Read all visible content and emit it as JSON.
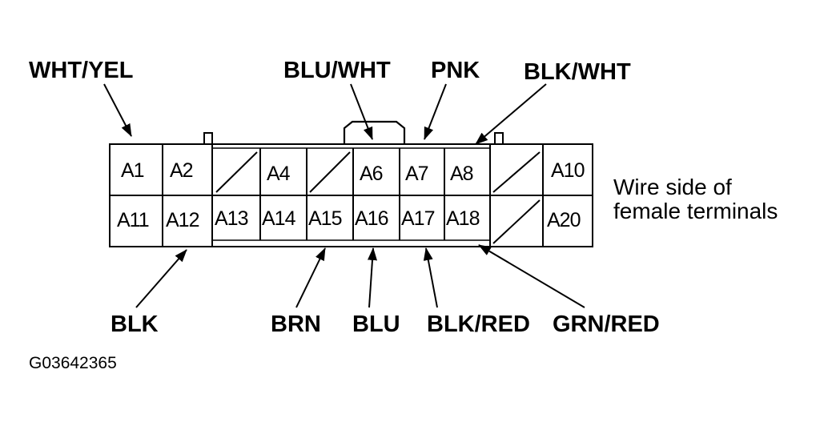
{
  "wire_labels": {
    "wht_yel": "WHT/YEL",
    "blu_wht": "BLU/WHT",
    "pnk": "PNK",
    "blk_wht": "BLK/WHT",
    "blk": "BLK",
    "brn": "BRN",
    "blu": "BLU",
    "blk_red": "BLK/RED",
    "grn_red": "GRN/RED"
  },
  "pins": {
    "a1": "A1",
    "a2": "A2",
    "a4": "A4",
    "a6": "A6",
    "a7": "A7",
    "a8": "A8",
    "a10": "A10",
    "a11": "A11",
    "a12": "A12",
    "a13": "A13",
    "a14": "A14",
    "a15": "A15",
    "a16": "A16",
    "a17": "A17",
    "a18": "A18",
    "a20": "A20"
  },
  "caption": {
    "line1": "Wire side of",
    "line2": "female terminals"
  },
  "figure_id": "G03642365"
}
